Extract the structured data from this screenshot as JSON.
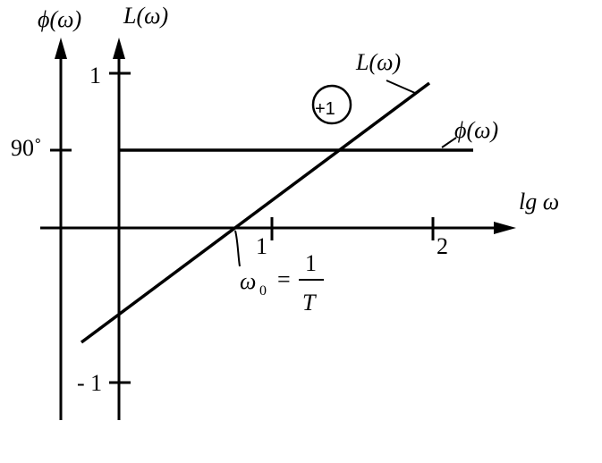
{
  "labels": {
    "phi_axis": "ϕ(ω)",
    "L_axis": "L(ω)",
    "tick_one_left": "1",
    "ninety": "90˚",
    "minus_one": "- 1",
    "lg_omega": "lg ω",
    "x_tick_1": "1",
    "x_tick_2": "2",
    "L_curve": "L(ω)",
    "phi_curve": "ϕ(ω)",
    "slope": "+1",
    "omega": "ω",
    "omega_sub": "0",
    "equals": "=",
    "numerator": "1",
    "denominator": "T"
  }
}
